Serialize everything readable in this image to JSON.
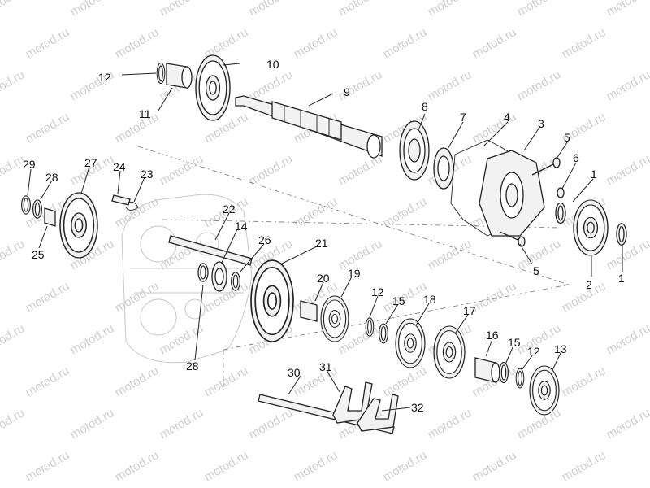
{
  "watermark": {
    "text": "motod.ru"
  },
  "callouts": {
    "c1a": "1",
    "c1b": "1",
    "c2": "2",
    "c3": "3",
    "c4": "4",
    "c5a": "5",
    "c5b": "5",
    "c6": "6",
    "c7": "7",
    "c8": "8",
    "c9": "9",
    "c10": "10",
    "c11": "11",
    "c12a": "12",
    "c12b": "12",
    "c12c": "12",
    "c13": "13",
    "c14": "14",
    "c15a": "15",
    "c15b": "15",
    "c16": "16",
    "c17": "17",
    "c18": "18",
    "c19": "19",
    "c20": "20",
    "c21": "21",
    "c22": "22",
    "c23": "23",
    "c24": "24",
    "c25": "25",
    "c26": "26",
    "c27": "27",
    "c28a": "28",
    "c28b": "28",
    "c29": "29",
    "c30": "30",
    "c31": "31",
    "c32": "32"
  }
}
